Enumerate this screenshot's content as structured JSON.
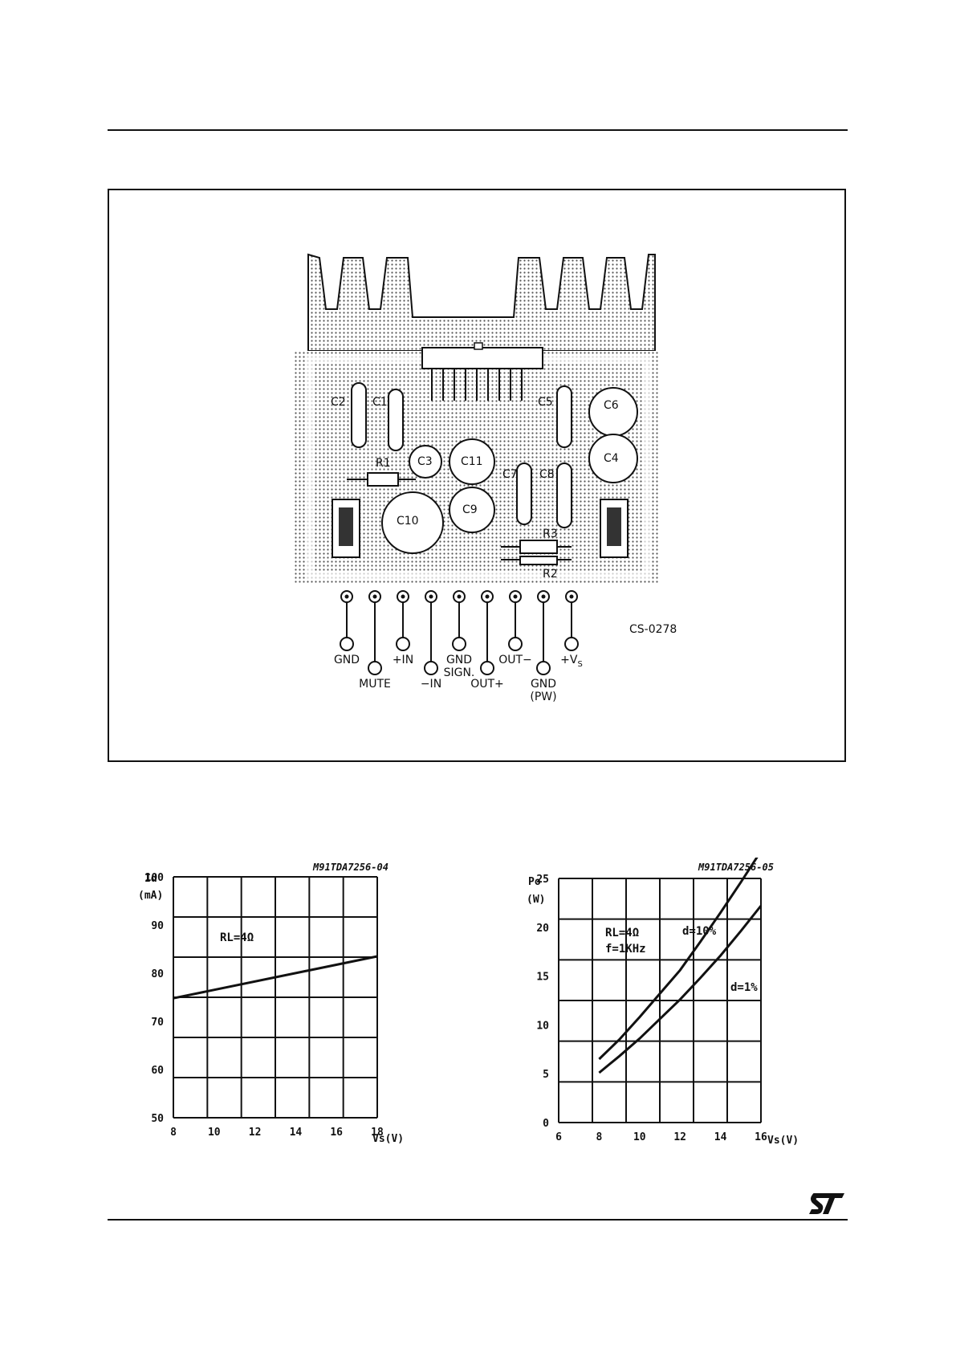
{
  "pcb": {
    "board_code": "CS-0278",
    "components": [
      "C2",
      "C1",
      "C5",
      "C6",
      "C3",
      "C11",
      "C4",
      "C7",
      "C8",
      "R1",
      "C10",
      "C9",
      "R3",
      "R2"
    ],
    "pins": [
      {
        "label": "GND"
      },
      {
        "label": "MUTE"
      },
      {
        "label": "+IN"
      },
      {
        "label": "−IN"
      },
      {
        "label": "GND",
        "sub": "SIGN."
      },
      {
        "label": "OUT+"
      },
      {
        "label": "OUT−"
      },
      {
        "label": "GND",
        "sub": "(PW)"
      },
      {
        "label": "+V",
        "subscript": "S"
      }
    ]
  },
  "charts": [
    {
      "code": "M91TDA7256-04",
      "ylabel": "Id",
      "yunit": "(mA)",
      "xlabel": "Vs(V)",
      "annotations": [
        "RL=4Ω"
      ],
      "xticks": [
        "8",
        "10",
        "12",
        "14",
        "16",
        "18"
      ],
      "yticks": [
        "50",
        "60",
        "70",
        "80",
        "90",
        "100"
      ]
    },
    {
      "code": "M91TDA7256-05",
      "ylabel": "Po",
      "yunit": "(W)",
      "xlabel": "Vs(V)",
      "annotations": [
        "RL=4Ω",
        "f=1KHz"
      ],
      "xticks": [
        "6",
        "8",
        "10",
        "12",
        "14",
        "16"
      ],
      "yticks": [
        "0",
        "5",
        "10",
        "15",
        "20",
        "25"
      ],
      "curve_labels": [
        "d=10%",
        "d=1%"
      ]
    }
  ],
  "chart_data": [
    {
      "type": "line",
      "xlabel": "Vs(V)",
      "ylabel": "Id (mA)",
      "xlim": [
        8,
        18
      ],
      "ylim": [
        50,
        100
      ],
      "grid": true,
      "series": [
        {
          "x": [
            8,
            18
          ],
          "y": [
            74.8,
            83.5
          ]
        }
      ]
    },
    {
      "type": "line",
      "xlabel": "Vs(V)",
      "ylabel": "Po (W)",
      "xlim": [
        6,
        16
      ],
      "ylim": [
        0,
        25
      ],
      "grid": true,
      "series": [
        {
          "name": "d=10%",
          "x": [
            8,
            9,
            10,
            11,
            12,
            13,
            14,
            15,
            16
          ],
          "y": [
            6.5,
            8.5,
            10.8,
            13.2,
            15.6,
            18.5,
            21.5,
            24.6,
            27.8
          ]
        },
        {
          "name": "d=1%",
          "x": [
            8,
            9,
            10,
            11,
            12,
            13,
            14,
            15,
            16
          ],
          "y": [
            5.1,
            6.8,
            8.6,
            10.6,
            12.6,
            14.8,
            17.1,
            19.6,
            22.2
          ]
        }
      ]
    }
  ],
  "logo_text": "ST"
}
